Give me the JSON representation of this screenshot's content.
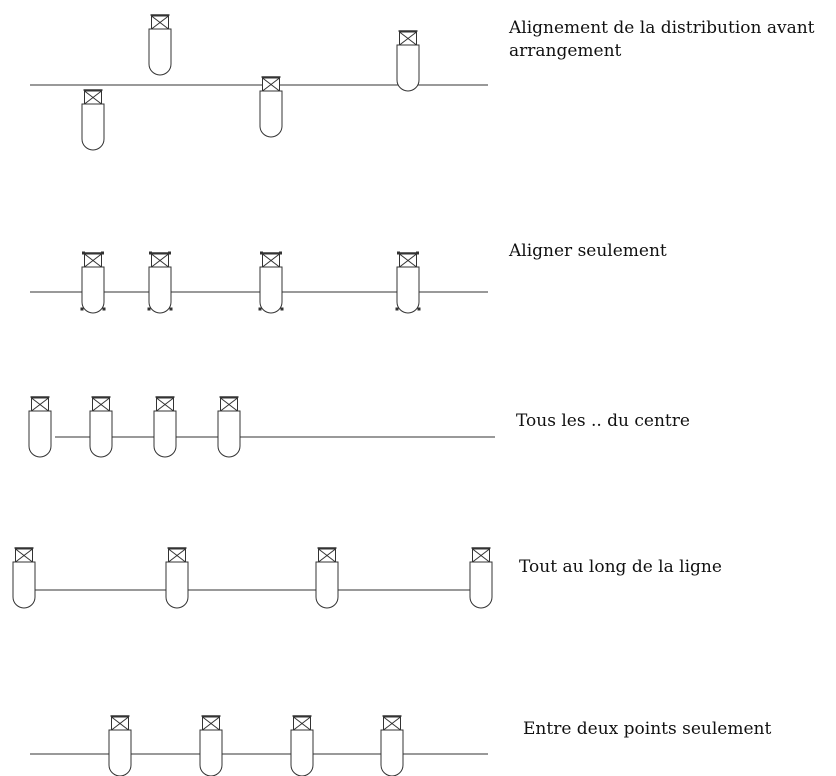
{
  "rows": [
    {
      "label": "Alignement de la distribution avant arrangement"
    },
    {
      "label": "Aligner seulement"
    },
    {
      "label": "Tous les .. du centre"
    },
    {
      "label": "Tout au long de la ligne"
    },
    {
      "label": "Entre deux points seulement"
    }
  ],
  "colors": {
    "stroke": "#333333",
    "background": "#ffffff",
    "text": "#111111"
  },
  "icons": {
    "fixture": "luminaire-symbol-icon"
  }
}
